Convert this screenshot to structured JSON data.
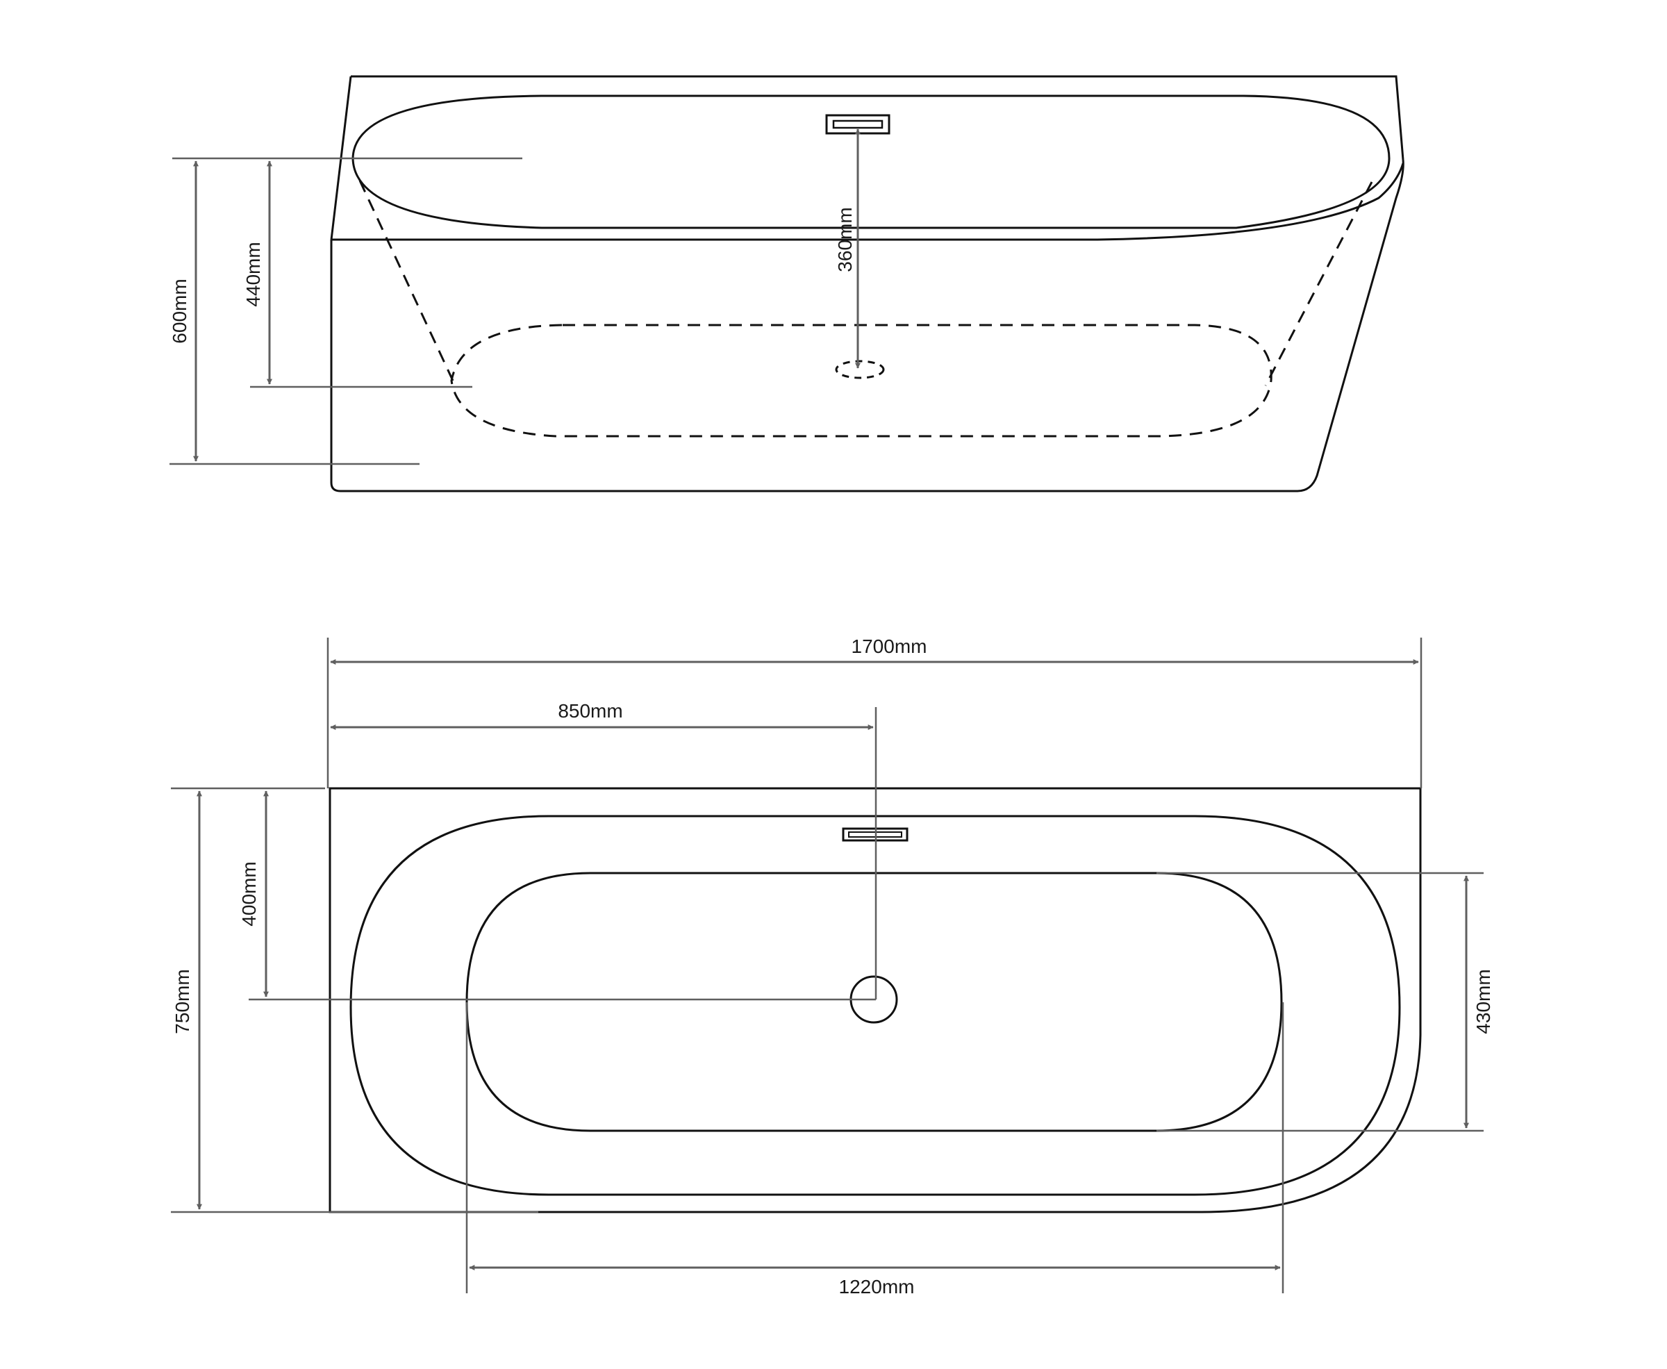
{
  "diagram": {
    "type": "technical-drawing",
    "subject": "back-to-wall bathtub",
    "colors": {
      "outline": "#111111",
      "dimension": "#5f5f5f",
      "background": "#ffffff"
    },
    "side_view": {
      "dimensions": {
        "total_height": "600mm",
        "inner_depth": "440mm",
        "overflow_to_drain": "360mm"
      }
    },
    "top_view": {
      "dimensions": {
        "total_length": "1700mm",
        "drain_offset_x": "850mm",
        "total_width": "750mm",
        "drain_offset_y": "400mm",
        "inner_width": "430mm",
        "inner_length": "1220mm"
      }
    }
  }
}
